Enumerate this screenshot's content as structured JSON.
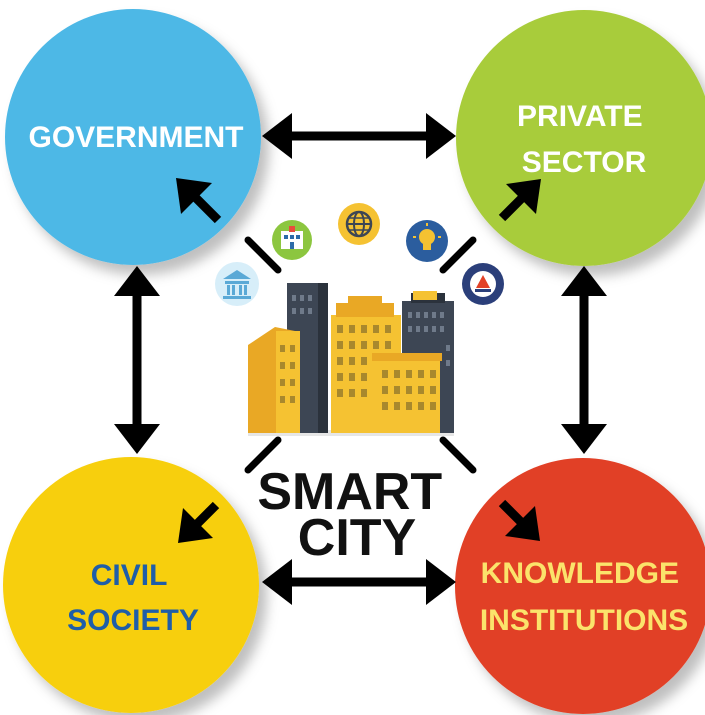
{
  "nodes": {
    "government": {
      "lines": [
        "GOVERNMENT"
      ],
      "fill": "#4db8e6",
      "text_color": "#ffffff"
    },
    "private_sector": {
      "lines": [
        "PRIVATE",
        "SECTOR"
      ],
      "fill": "#a8cc3a",
      "text_color": "#ffffff"
    },
    "civil_society": {
      "lines": [
        "CIVIL",
        "SOCIETY"
      ],
      "fill": "#f7cf0f",
      "text_color": "#1f5ea8"
    },
    "knowledge_institutions": {
      "lines": [
        "KNOWLEDGE",
        "INSTITUTIONS"
      ],
      "fill": "#e14127",
      "text_color": "#fbe36b"
    }
  },
  "center": {
    "title_lines": [
      "SMART",
      "CITY"
    ],
    "text_color": "#111111",
    "icons": [
      "bank-icon",
      "hospital-icon",
      "globe-icon",
      "lightbulb-icon",
      "sailboat-icon"
    ]
  },
  "colors": {
    "arrow": "#000000",
    "building_dark": "#3d4654",
    "building_yellow": "#f5c232",
    "building_orange": "#e9a825"
  }
}
